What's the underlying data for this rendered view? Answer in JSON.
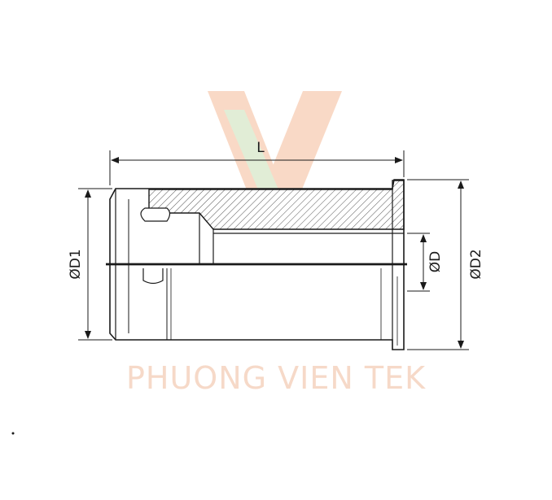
{
  "dimensions": {
    "length": "L",
    "outer_body_diameter": "ØD1",
    "inner_bore_diameter": "ØD",
    "flange_diameter": "ØD2"
  },
  "watermark": {
    "brand_text": "PHUONG VIEN TEK"
  },
  "colors": {
    "line": "#1a1a1a",
    "hatch": "#555555",
    "watermark_orange": "#f6c9ae",
    "watermark_green": "#d6e8c7"
  }
}
